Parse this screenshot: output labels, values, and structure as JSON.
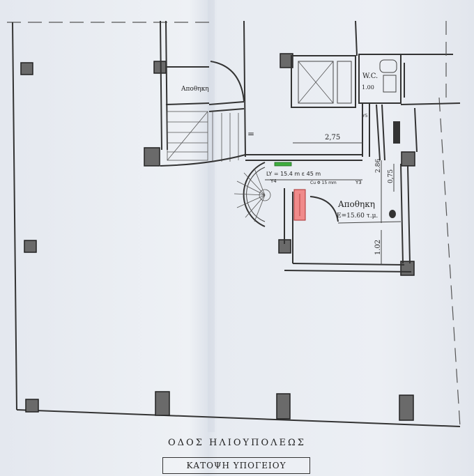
{
  "plan": {
    "storage_label_upper": "Αποθηκη",
    "wc_label": "W.C.",
    "wc_dim": "1.00",
    "dim_275": "2,75",
    "dim_286": "2.86",
    "dim_075": "0,75",
    "dim_102": "1.02",
    "pipe_label": "LY = 15.4 m  ε 45 m",
    "pipe_size": "Cu Φ 15 mm",
    "y4": "Y4",
    "y3": "Y3",
    "y5": "Y5",
    "storage_main_label": "Αποθηκη",
    "storage_main_area": "E=15.60 τ.μ.",
    "wall_mark": "="
  },
  "footer": {
    "street": "ΟΔΟΣ ΗΛΙΟΥΠΟΛΕΩΣ",
    "title": "ΚΑΤΟΨΗ ΥΠΟΓΕΙΟΥ"
  },
  "colors": {
    "heater": "#f08a8a",
    "pipe": "#3fae3f",
    "column": "#6a6a6a"
  }
}
